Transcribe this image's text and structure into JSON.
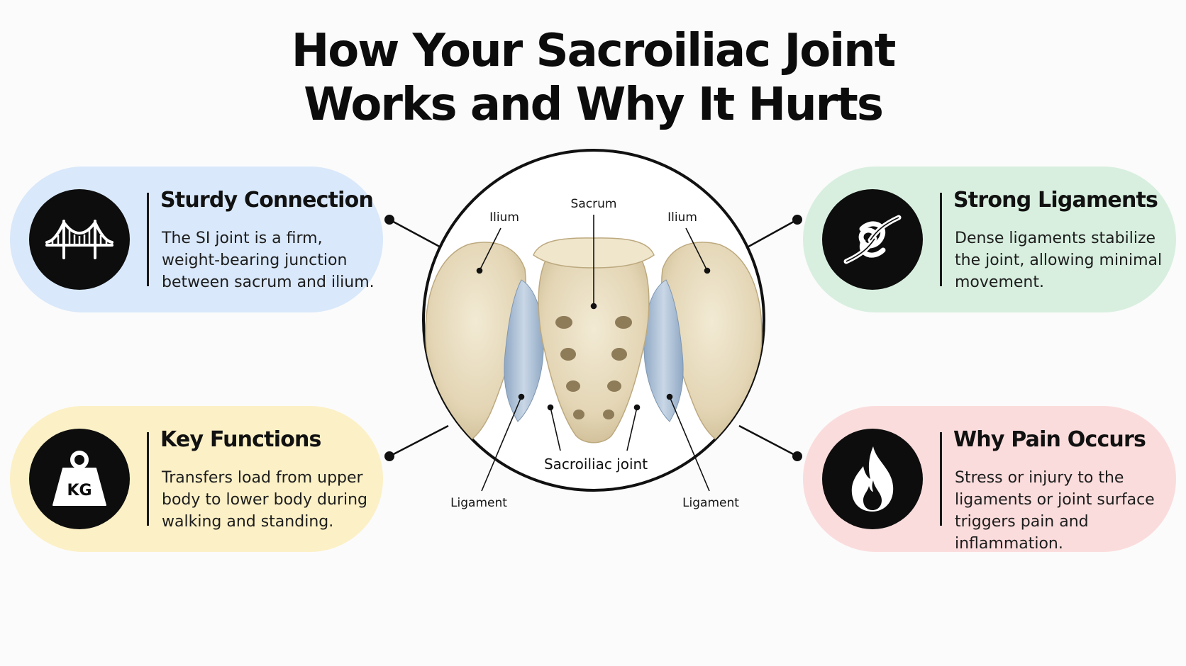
{
  "title": {
    "line1": "How Your Sacroiliac Joint",
    "line2": "Works and Why It Hurts"
  },
  "cards": {
    "sturdy": {
      "title": "Sturdy Connection",
      "text": "The SI joint is a firm,\nweight-bearing junction\nbetween sacrum and ilium.",
      "icon": "bridge-icon"
    },
    "ligaments": {
      "title": "Strong Ligaments",
      "text": "Dense ligaments stabilize\nthe joint, allowing minimal\nmovement.",
      "icon": "knot-icon"
    },
    "functions": {
      "title": "Key Functions",
      "text": "Transfers load from upper\nbody to lower body during\nwalking and standing.",
      "icon": "weight-icon",
      "icon_text": "KG"
    },
    "pain": {
      "title": "Why Pain Occurs",
      "text": "Stress or injury to the\nligaments or joint surface\ntriggers pain and inflammation.",
      "icon": "flame-icon"
    }
  },
  "diagram_labels": {
    "sacrum": "Sacrum",
    "ilium_left": "Ilium",
    "ilium_right": "Ilium",
    "si_joint": "Sacroiliac joint",
    "ligament_left": "Ligament",
    "ligament_right": "Ligament"
  },
  "colors": {
    "card_blue": "#d9e8fa",
    "card_green": "#d8efdf",
    "card_yellow": "#fcf0c6",
    "card_pink": "#fbdcdc",
    "bone": "#e8dcc0",
    "ligament": "#a9bfd6"
  }
}
